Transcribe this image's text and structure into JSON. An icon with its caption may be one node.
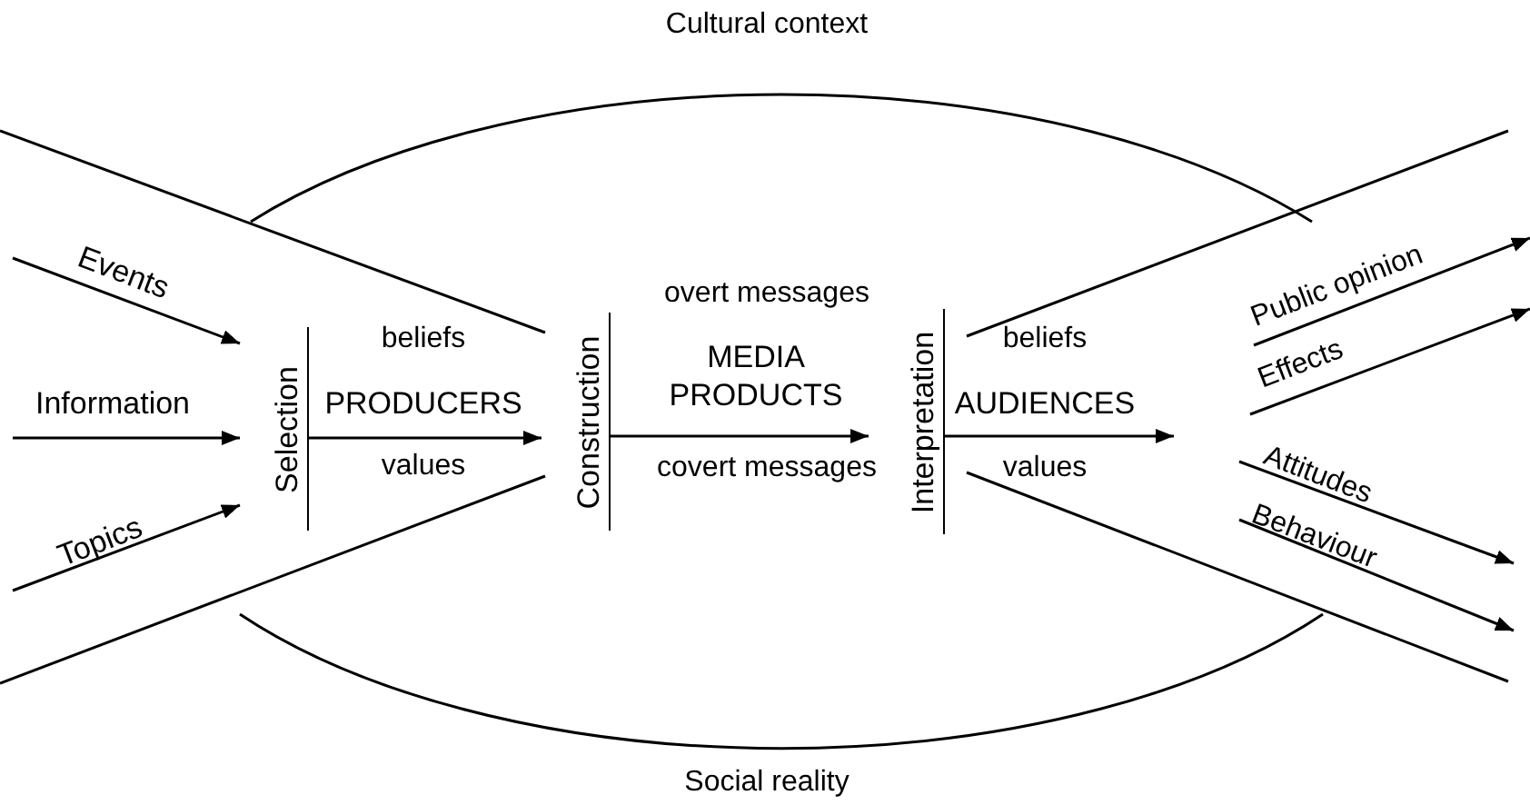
{
  "diagram": {
    "nodes": [
      {
        "text": [
          "Selection"
        ]
      },
      {
        "text": [
          "Construction"
        ]
      },
      {
        "text": [
          "Interpretation"
        ]
      }
    ],
    "edges": [
      {
        "from": null,
        "to": 0,
        "arrow": "to",
        "label": "Events"
      },
      {
        "from": null,
        "to": 0,
        "arrow": "to",
        "label": "Information"
      },
      {
        "from": null,
        "to": 0,
        "arrow": "to",
        "label": "Topics"
      },
      {
        "from": 0,
        "to": 1,
        "arrow": "to",
        "label": "PRODUCERS"
      },
      {
        "from": 1,
        "to": 2,
        "arrow": "to",
        "label": "MEDIA PRODUCTS"
      },
      {
        "from": 2,
        "to": null,
        "arrow": "to",
        "label": "AUDIENCES"
      }
    ],
    "labels": [
      "Cultural context",
      "overt messages",
      "beliefs",
      "beliefs",
      "Public opinion",
      "Effects",
      "values",
      "values",
      "covert messages",
      "Attitudes",
      "Behaviour",
      "Social reality"
    ]
  }
}
